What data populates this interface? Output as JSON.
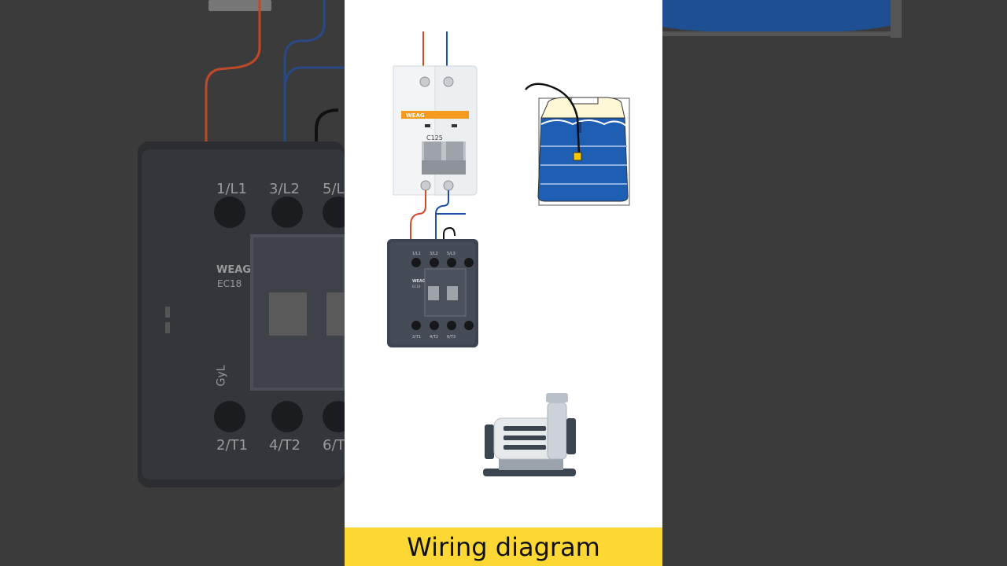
{
  "caption": "Wiring diagram",
  "breaker": {
    "brand": "WEAG",
    "rating": "C125"
  },
  "contactor": {
    "brand": "WEAG",
    "model": "EC18",
    "top_terminals": [
      "1/L1",
      "3/L2",
      "5/L3"
    ],
    "bottom_terminals": [
      "2/T1",
      "4/T2",
      "6/T3"
    ]
  },
  "background": {
    "top_terminals": [
      "1/L1",
      "3/L2",
      "5/L"
    ],
    "bottom_terminals": [
      "2/T1",
      "4/T2",
      "6/T"
    ],
    "brand": "WEAG",
    "model": "EC18",
    "side_mark": "GyL"
  },
  "colors": {
    "caption_bar": "#fdd835",
    "wire_phase": "#d9482b",
    "wire_neutral": "#1f4fa8",
    "wire_sensor": "#111111",
    "tank_water": "#1e5fb3",
    "contactor_body": "#3d4350"
  },
  "icons": [
    "mcb-breaker-icon",
    "contactor-icon",
    "water-tank-icon",
    "float-sensor-icon",
    "water-pump-motor-icon"
  ]
}
